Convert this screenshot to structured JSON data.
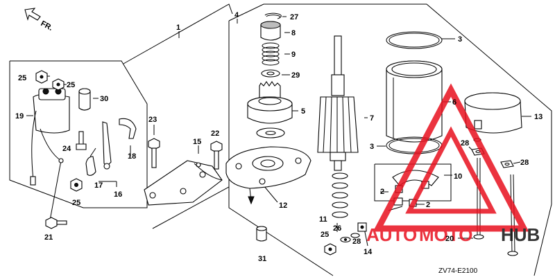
{
  "diagram": {
    "direction_label": "FR.",
    "diagram_code": "ZV74-E2100",
    "watermark": {
      "word1": "AUTO",
      "word2": "MOTO",
      "word3": "HUB",
      "color1": "#e8101e",
      "color2": "#111111"
    },
    "callouts": {
      "c1": "1",
      "c2a": "2",
      "c2b": "2",
      "c3a": "3",
      "c3b": "3",
      "c4": "4",
      "c5": "5",
      "c6": "6",
      "c7": "7",
      "c8": "8",
      "c9": "9",
      "c10": "10",
      "c11": "11",
      "c12": "12",
      "c13": "13",
      "c14": "14",
      "c15": "15",
      "c16": "16",
      "c17": "17",
      "c18": "18",
      "c19": "19",
      "c20": "20",
      "c21": "21",
      "c22": "22",
      "c23": "23",
      "c24": "24",
      "c25a": "25",
      "c25b": "25",
      "c25c": "25",
      "c25d": "25",
      "c26": "26",
      "c27": "27",
      "c28a": "28",
      "c28b": "28",
      "c28c": "28",
      "c29": "29",
      "c30": "30",
      "c31": "31"
    }
  }
}
